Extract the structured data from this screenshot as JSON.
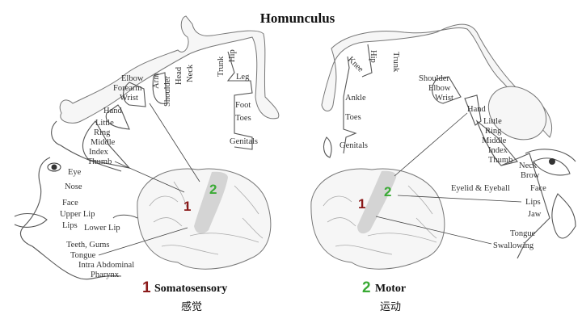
{
  "title": "Homunculus",
  "colors": {
    "somatosensory": "#8b1a1a",
    "motor": "#3aaa35",
    "cortex_strip": "#d4d4d4"
  },
  "sensory_labels": [
    "Arm",
    "Shoulder",
    "Head",
    "Neck",
    "Trunk",
    "Hip",
    "Leg",
    "Foot",
    "Toes",
    "Genitals",
    "Elbow",
    "Forearm",
    "Wrist",
    "Hand",
    "Little",
    "Ring",
    "Middle",
    "Index",
    "Thumb",
    "Eye",
    "Nose",
    "Face",
    "Upper Lip",
    "Lips",
    "Lower Lip",
    "Teeth, Gums",
    "Tongue",
    "Intra Abdominal",
    "Pharynx"
  ],
  "motor_labels": [
    "Hip",
    "Trunk",
    "Knee",
    "Ankle",
    "Toes",
    "Genitals",
    "Shoulder",
    "Elbow",
    "Wrist",
    "Hand",
    "Little",
    "Ring",
    "Middle",
    "Index",
    "Thumb",
    "Neck",
    "Brow",
    "Eyelid & Eyeball",
    "Face",
    "Lips",
    "Jaw",
    "Tongue",
    "Swallowing"
  ],
  "markers": {
    "one": "1",
    "two": "2"
  },
  "legend": [
    {
      "num": "1",
      "label": "Somatosensory",
      "chinese": "感觉"
    },
    {
      "num": "2",
      "label": "Motor",
      "chinese": "运动"
    }
  ]
}
